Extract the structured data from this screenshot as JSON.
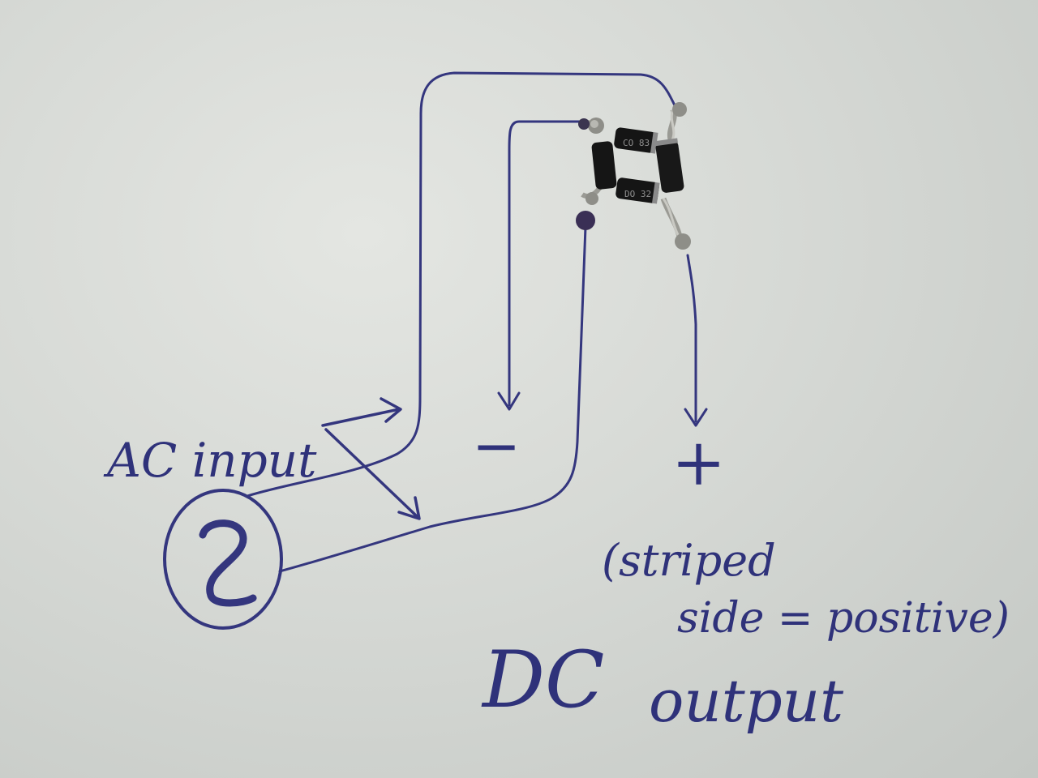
{
  "labels": {
    "ac_input": "AC input",
    "minus": "−",
    "plus": "+",
    "striped_line1": "(striped",
    "striped_line2": "side = positive)",
    "dc": "DC",
    "output": "output",
    "source_symbol": "~"
  },
  "diode_markings": {
    "top": "CO 83",
    "bottom": "DO 32"
  },
  "colors": {
    "ink": "#34367e",
    "paper": "#dcdfdb",
    "diode_body": "#151515",
    "wire": "#9a9a94"
  }
}
